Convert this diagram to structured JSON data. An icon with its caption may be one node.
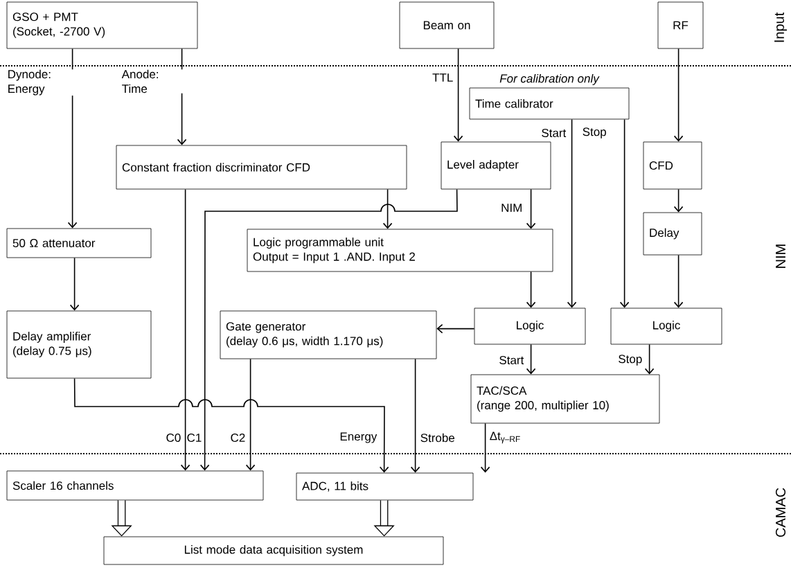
{
  "diagram": {
    "nodes": [
      {
        "text": [
          "GSO + PMT",
          "(Socket, -2700 V)"
        ]
      },
      {
        "text": [
          "Beam on"
        ]
      },
      {
        "text": [
          "RF"
        ]
      },
      {
        "text": [
          "Time calibrator"
        ],
        "beside": [
          "For calibration only"
        ]
      },
      {
        "text": [
          "Constant fraction discriminator CFD"
        ]
      },
      {
        "text": [
          "Level adapter"
        ]
      },
      {
        "text": [
          "CFD"
        ]
      },
      {
        "text": [
          "50 Ω attenuator"
        ]
      },
      {
        "text": [
          "Logic programmable unit",
          "Output = Input 1 .AND. Input 2"
        ]
      },
      {
        "text": [
          "Delay"
        ]
      },
      {
        "text": [
          "Delay amplifier",
          "(delay 0.75 μs)"
        ]
      },
      {
        "text": [
          "Gate generator",
          "(delay 0.6 μs, width 1.170 μs)"
        ]
      },
      {
        "text": [
          "Logic"
        ]
      },
      {
        "text": [
          "Logic"
        ]
      },
      {
        "text": [
          "TAC/SCA",
          "(range 200, multiplier 10)"
        ]
      },
      {
        "text": [
          "Scaler 16 channels"
        ]
      },
      {
        "text": [
          "ADC, 11 bits"
        ]
      },
      {
        "text": [
          "List mode data acquisition system"
        ]
      }
    ],
    "edges": [
      {
        "from": 0,
        "to": 7,
        "arrow": "to",
        "label": "Dynode: Energy"
      },
      {
        "from": 0,
        "to": 4,
        "arrow": "to",
        "label": "Anode: Time"
      },
      {
        "from": 1,
        "to": 5,
        "arrow": "to",
        "label": "TTL"
      },
      {
        "from": 2,
        "to": 6,
        "arrow": "to"
      },
      {
        "from": 3,
        "to": 12,
        "arrow": "to",
        "label": "Start"
      },
      {
        "from": 3,
        "to": 13,
        "arrow": "to",
        "label": "Stop"
      },
      {
        "from": 4,
        "to": 15,
        "arrow": "to",
        "label": "C0"
      },
      {
        "from": 5,
        "to": 15,
        "arrow": "to",
        "label": "C1"
      },
      {
        "from": 4,
        "to": 8,
        "arrow": "to"
      },
      {
        "from": 5,
        "to": 8,
        "arrow": "to",
        "label": "NIM"
      },
      {
        "from": 6,
        "to": 9,
        "arrow": "to"
      },
      {
        "from": 7,
        "to": 10,
        "arrow": "to"
      },
      {
        "from": 8,
        "to": 12,
        "arrow": "to"
      },
      {
        "from": 9,
        "to": 13,
        "arrow": "to"
      },
      {
        "from": 12,
        "to": 11,
        "arrow": "to"
      },
      {
        "from": 10,
        "to": 16,
        "arrow": "to",
        "label": "Energy"
      },
      {
        "from": 11,
        "to": 15,
        "arrow": "to",
        "label": "C2"
      },
      {
        "from": 11,
        "to": 16,
        "arrow": "to",
        "label": "Strobe"
      },
      {
        "from": 12,
        "to": 14,
        "arrow": "to",
        "label": "Start"
      },
      {
        "from": 13,
        "to": 14,
        "arrow": "to",
        "label": "Stop"
      },
      {
        "from": 14,
        "to": 16,
        "arrow": "to",
        "label": "Δt$_{γ–RF}$"
      },
      {
        "from": 15,
        "to": 17,
        "arrow": "to",
        "style": "thick"
      },
      {
        "from": 16,
        "to": 17,
        "arrow": "to",
        "style": "thick"
      }
    ],
    "labels": [
      "Input",
      "NIM",
      "CAMAC"
    ]
  }
}
